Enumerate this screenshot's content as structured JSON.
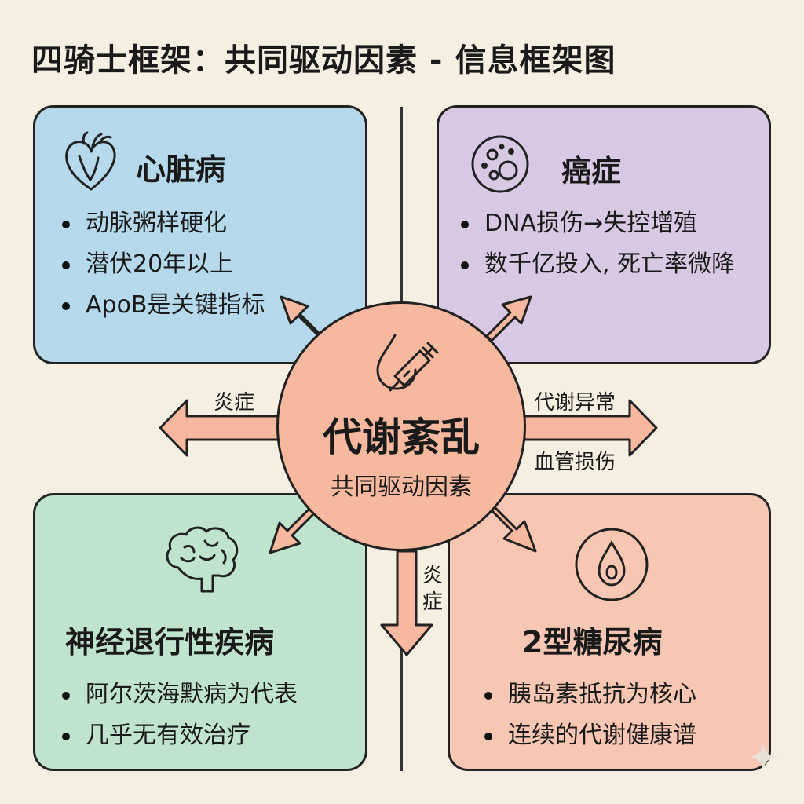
{
  "title": "四骑士框架：共同驱动因素 - 信息框架图",
  "center": {
    "title": "代谢紊乱",
    "subtitle": "共同驱动因素",
    "icon": "syringe-drop-icon"
  },
  "quadrants": [
    {
      "id": "heart",
      "title": "心脏病",
      "icon": "heart-icon",
      "color": "#b5d8ea",
      "bullets": [
        "动脉粥样硬化",
        "潜伏20年以上",
        "ApoB是关键指标"
      ]
    },
    {
      "id": "cancer",
      "title": "癌症",
      "icon": "cell-icon",
      "color": "#d8c8e3",
      "bullets": [
        "DNA损伤→失控增殖",
        "数千亿投入, 死亡率微降"
      ]
    },
    {
      "id": "neuro",
      "title": "神经退行性疾病",
      "icon": "brain-icon",
      "color": "#bfe3cc",
      "bullets": [
        "阿尔茨海默病为代表",
        "几乎无有效治疗"
      ]
    },
    {
      "id": "diabetes",
      "title": "2型糖尿病",
      "icon": "blood-drop-icon",
      "color": "#f8c7b3",
      "bullets": [
        "胰岛素抵抗为核心",
        "连续的代谢健康谱"
      ]
    }
  ],
  "arrow_labels": {
    "left": "炎症",
    "right_top": "代谢异常",
    "right_bottom": "血管损伤",
    "down": "炎症"
  },
  "colors": {
    "background": "#f5efe2",
    "hub": "#f6b99f",
    "arrow_fill": "#f6b99f",
    "stroke": "#222222"
  }
}
